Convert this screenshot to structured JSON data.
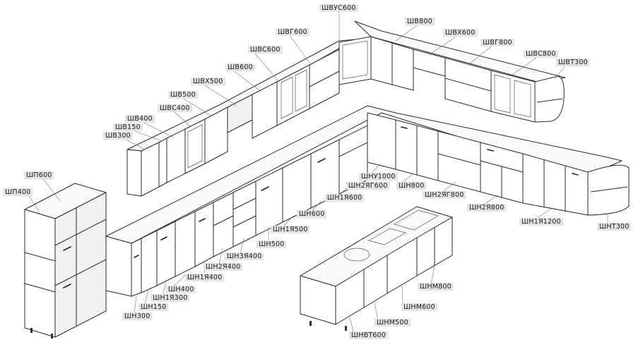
{
  "labels": {
    "shvus600": "ШВУС600",
    "shv800": "ШВ800",
    "shvg600": "ШВГ600",
    "shvkh600": "ШВХ600",
    "shvs600": "ШВС600",
    "shvg800": "ШВГ800",
    "shv600": "ШВ600",
    "shvs800": "ШВС800",
    "shvt300": "ШВТ300",
    "shvkh500": "ШВХ500",
    "shv500": "ШВ500",
    "shvs400": "ШВС400",
    "shv400": "ШВ400",
    "shv150": "ШВ150",
    "shv300": "ШВ300",
    "shp600": "ШП600",
    "shp400": "ШП400",
    "shnu1000": "ШНУ1000",
    "shn2yag600": "ШН2ЯГ600",
    "shn800": "ШН800",
    "shn2yag800": "ШН2ЯГ800",
    "shn1ya600": "ШН1Я600",
    "shn2ya800": "ШН2Я800",
    "shn1ya1200": "ШН1Я1200",
    "shnt300": "ШНТ300",
    "shn600": "ШН600",
    "shn1ya500": "ШН1Я500",
    "shn500": "ШН500",
    "shn3ya400": "ШН3Я400",
    "shn2ya400": "ШН2Я400",
    "shn1ya400": "ШН1Я400",
    "shn400": "ШН400",
    "shn1ya300": "ШН1Я300",
    "shn150": "ШН150",
    "shn300": "ШН300",
    "shm800": "ШНМ800",
    "shm600": "ШНМ600",
    "shm500": "ШНМ500",
    "shnvt600": "ШНВТ600"
  },
  "colors": {
    "line": "#2a2a2a",
    "label_bg": "#e4e4e4",
    "background": "#ffffff"
  }
}
